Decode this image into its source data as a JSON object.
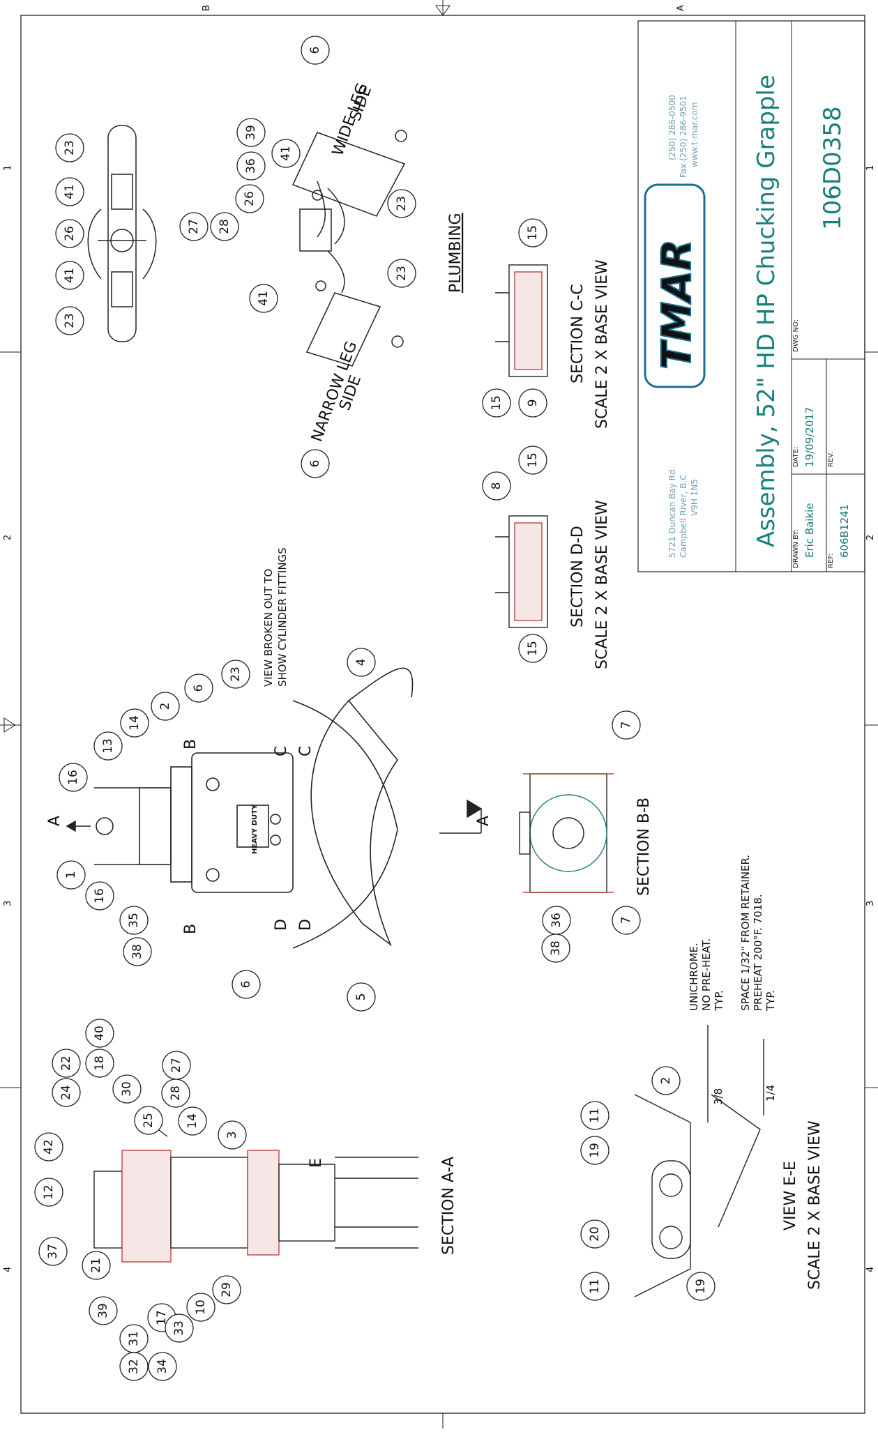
{
  "title_block": {
    "address": [
      "5721 Duncan Bay Rd.",
      "Campbell River, B.C.",
      "V9H 1N5"
    ],
    "phone": "(250) 286-0500",
    "fax": "Fax (250) 286-9501",
    "web": "www.t-mar.com",
    "logo": "TMAR",
    "title": "Assembly, 52\" HD HP Chucking Grapple",
    "drawn_by_label": "DRAWN BY:",
    "drawn_by": "Eric Baikie",
    "date_label": "DATE:",
    "date": "19/09/2017",
    "dwg_no_label": "DWG NO:",
    "dwg_no": "106D0358",
    "ref_label": "REF:",
    "ref": "606B1241",
    "rev_label": "REV.",
    "rev": ""
  },
  "zones": {
    "rows": [
      "1",
      "2",
      "3",
      "4"
    ],
    "cols": [
      "B",
      "A"
    ]
  },
  "views": {
    "section_aa": "SECTION A-A",
    "section_bb": "SECTION B-B",
    "section_cc": "SECTION C-C",
    "section_cc_scale": "SCALE 2 X BASE VIEW",
    "section_dd": "SECTION D-D",
    "section_dd_scale": "SCALE 2 X BASE VIEW",
    "view_ee": "VIEW E-E",
    "view_ee_scale": "SCALE 2 X BASE VIEW",
    "plumbing": "PLUMBING",
    "wide_leg": [
      "WIDE LEG",
      "SIDE"
    ],
    "narrow_leg": [
      "NARROW LEG",
      "SIDE"
    ],
    "view_broken": [
      "VIEW BROKEN OUT TO",
      "SHOW CYLINDER FITTINGS"
    ],
    "heavy_duty": "HEAVY DUTY"
  },
  "section_marks": {
    "a": "A",
    "b": "B",
    "c": "C",
    "d": "D",
    "e": "E"
  },
  "weld_notes": {
    "note1": [
      "UNICHROME.",
      "NO PRE-HEAT.",
      "TYP."
    ],
    "note2": [
      "SPACE 1/32\" FROM RETAINER.",
      "PREHEAT 200°F. 7018.",
      "TYP."
    ],
    "size1": "3/8",
    "size2": "1/4"
  },
  "balloons": {
    "plumbing_top": [
      "23",
      "41",
      "26",
      "41",
      "23"
    ],
    "plumbing_front": [
      "6",
      "39",
      "36",
      "41",
      "26",
      "28",
      "27",
      "41",
      "23",
      "23",
      "6"
    ],
    "section_cc": [
      "15",
      "15",
      "9"
    ],
    "section_dd": [
      "8",
      "15",
      "15"
    ],
    "base_view": [
      "4",
      "23",
      "6",
      "2",
      "14",
      "13",
      "16",
      "1",
      "16",
      "35",
      "38",
      "6",
      "5"
    ],
    "section_bb": [
      "7",
      "7",
      "36",
      "38"
    ],
    "section_aa": [
      "40",
      "18",
      "22",
      "24",
      "30",
      "25",
      "28",
      "27",
      "14",
      "3",
      "42",
      "12",
      "37",
      "21",
      "39",
      "17",
      "31",
      "32",
      "34",
      "33",
      "10",
      "29"
    ],
    "view_ee": [
      "2",
      "11",
      "19",
      "20",
      "11",
      "19"
    ]
  }
}
